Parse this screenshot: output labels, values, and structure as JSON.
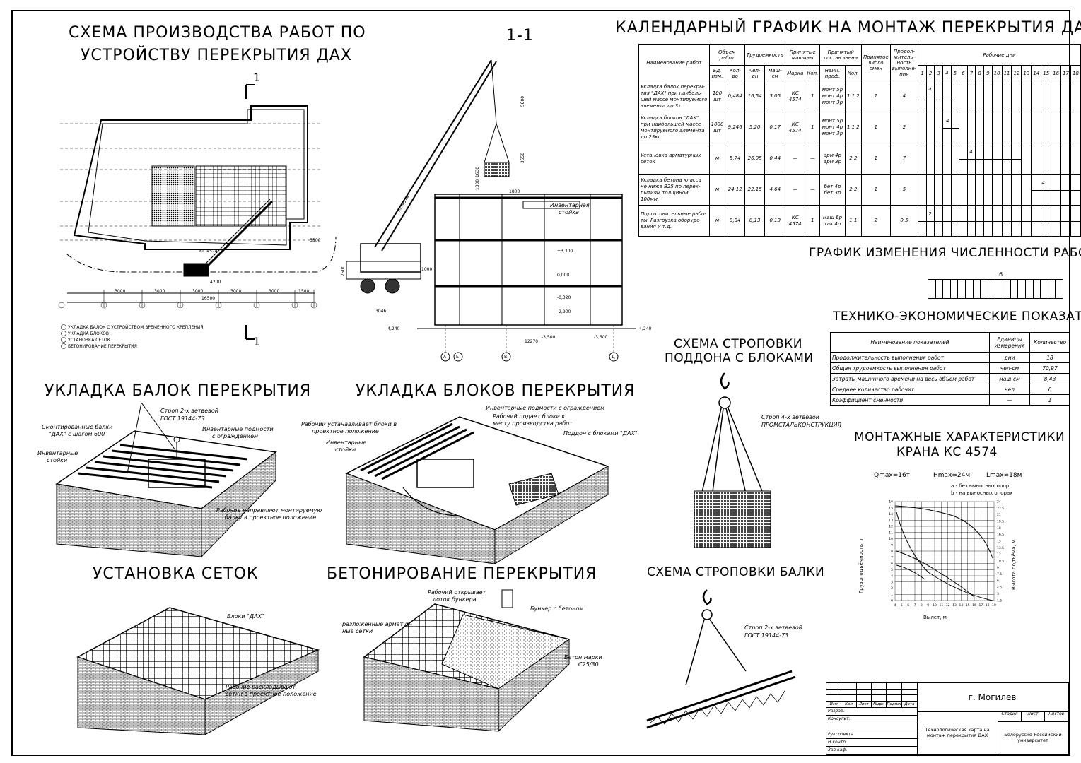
{
  "titles": {
    "scheme_line1": "СХЕМА ПРОИЗВОДСТВА РАБОТ ПО",
    "scheme_line2": "УСТРОЙСТВУ ПЕРЕКРЫТИЯ ДАХ",
    "section_mark": "1-1",
    "calendar": "КАЛЕНДАРНЫЙ ГРАФИК НА МОНТАЖ ПЕРЕКРЫТИЯ ДАХ",
    "workers_graph": "ГРАФИК ИЗМЕНЕНИЯ ЧИСЛЕННОСТИ РАБОЧИХ",
    "tep": "ТЕХНИКО-ЭКОНОМИЧЕСКИЕ ПОКАЗАТЕЛИ",
    "beams": "УКЛАДКА БАЛОК ПЕРЕКРЫТИЯ",
    "blocks": "УКЛАДКА БЛОКОВ ПЕРЕКРЫТИЯ",
    "sling_pallet_1": "СХЕМА СТРОПОВКИ",
    "sling_pallet_2": "ПОДДОНА С БЛОКАМИ",
    "crane_1": "МОНТАЖНЫЕ ХАРАКТЕРИСТИКИ",
    "crane_2": "КРАНА КС 4574",
    "meshes": "УСТАНОВКА СЕТОК",
    "concreting": "БЕТОНИРОВАНИЕ ПЕРЕКРЫТИЯ",
    "sling_beam": "СХЕМА СТРОПОВКИ БАЛКИ"
  },
  "plan": {
    "cut_mark": "1",
    "crane_label": "КС 4574",
    "dims": [
      "3000",
      "3000",
      "3000",
      "3000",
      "3000",
      "1500"
    ],
    "total": "16500",
    "dim_small": "4200",
    "dim_5500": "5500",
    "axes": [
      "1",
      "2",
      "3",
      "4",
      "5",
      "6",
      "7",
      "8"
    ],
    "legend": [
      "УКЛАДКА БАЛОК С УСТРОЙСТВОМ ВРЕМЕННОГО КРЕПЛЕНИЯ",
      "УКЛАДКА БЛОКОВ",
      "УСТАНОВКА СЕТОК",
      "БЕТОНИРОВАНИЕ ПЕРЕКРЫТИЯ"
    ]
  },
  "section": {
    "crane_label": "КС 4574",
    "stand_label_1": "Инвентарная",
    "stand_label_2": "стойка",
    "levels": [
      "+3,300",
      "0,000",
      "-0,320",
      "-2,900",
      "-3,500",
      "-3,500",
      "-4,240",
      "-4,240"
    ],
    "dims": [
      "5800",
      "3550",
      "1630",
      "1300",
      "1800",
      "7500",
      "3046",
      "12270",
      "1000"
    ],
    "axes": [
      "А",
      "Б",
      "В",
      "Д"
    ]
  },
  "calendar": {
    "headers": {
      "name": "Наименование работ",
      "volume": "Объем работ",
      "unit": "Ед. изм.",
      "qty": "Кол-во",
      "labor": "Трудоемкость",
      "labor_man": "чел-дн",
      "labor_mach": "маш-см",
      "machines": "Принятые машины",
      "brand": "Марка",
      "count": "Кол.",
      "crew": "Принятый состав звена",
      "prof": "Наим. проф.",
      "crew_count": "Кол.",
      "shifts": "Принятое число смен",
      "duration": "Продол-житель-ность выполне-ния",
      "days": "Рабочие дни"
    },
    "day_numbers": [
      "1",
      "2",
      "3",
      "4",
      "5",
      "6",
      "7",
      "8",
      "9",
      "10",
      "11",
      "12",
      "13",
      "14",
      "15",
      "16",
      "17",
      "18"
    ],
    "rows": [
      {
        "name": "Укладка балок перекры-тия \"ДАХ\" при наиболь-шей массе монтируемого элемента до 3т",
        "unit": "100 шт",
        "qty": "0,484",
        "labor": "16,54",
        "mach": "3,05",
        "brand": "КС 4574",
        "count": "1",
        "prof": "монт 5р монт 4р монт 3р",
        "crew": "1 1 2",
        "shifts": "1",
        "dur": "4",
        "bar_start": 1,
        "bar_len": 4,
        "bar_label": "4"
      },
      {
        "name": "Укладка блоков \"ДАХ\" при наибольшей массе монтируемого элемента до 25кг",
        "unit": "1000 шт",
        "qty": "9.246",
        "labor": "5,20",
        "mach": "0,17",
        "brand": "КС 4574",
        "count": "1",
        "prof": "монт 5р монт 4р монт 3р",
        "crew": "1 1 2",
        "shifts": "1",
        "dur": "2",
        "bar_start": 4,
        "bar_len": 2,
        "bar_label": "4"
      },
      {
        "name": "Установка арматурных сеток",
        "unit": "м",
        "qty": "5,74",
        "labor": "26,95",
        "mach": "0,44",
        "brand": "—",
        "count": "—",
        "prof": "арм 4р арм 3р",
        "crew": "2 2",
        "shifts": "1",
        "dur": "7",
        "bar_start": 6,
        "bar_len": 7,
        "bar_label": "4"
      },
      {
        "name": "Укладка бетона класса не ниже В25 по перек-рытиям толщиной 100мм.",
        "unit": "м",
        "qty": "24,12",
        "labor": "22,15",
        "mach": "4,64",
        "brand": "—",
        "count": "—",
        "prof": "бет 4р бет 3р",
        "crew": "2 2",
        "shifts": "1",
        "dur": "5",
        "bar_start": 14,
        "bar_len": 5,
        "bar_label": "4"
      },
      {
        "name": "Подготовительные рабо-ты. Разгрузка оборудо-вания и т.д.",
        "unit": "м",
        "qty": "0,84",
        "labor": "0,13",
        "mach": "0,13",
        "brand": "КС 4574",
        "count": "1",
        "prof": "маш 6р так 4р",
        "crew": "1 1",
        "shifts": "2",
        "dur": "0,5",
        "bar_start": 1,
        "bar_len": 18,
        "bar_label": "2"
      }
    ]
  },
  "workers": {
    "value": "6",
    "days": 18
  },
  "tep": {
    "headers": [
      "Наименование показателей",
      "Единицы измерения",
      "Количество"
    ],
    "rows": [
      [
        "Продолжительность выполнения работ",
        "дни",
        "18"
      ],
      [
        "Общая трудоемкость выполнения работ",
        "чел-см",
        "70,97"
      ],
      [
        "Затраты машинного времени на весь объем работ",
        "маш-см",
        "8,43"
      ],
      [
        "Среднее количество рабочих",
        "чел",
        "6"
      ],
      [
        "Коэффициент сменности",
        "—",
        "1"
      ]
    ]
  },
  "beams_labels": [
    "Строп 2-х ветвевой",
    "ГОСТ 19144-73",
    "Смонтированные балки",
    "\"ДАХ\" с шагом 600",
    "Инвентарные подмости",
    "с ограждением",
    "Инвентарные",
    "стойки",
    "Рабочие направляют монтируемую",
    "балку в проектное положение"
  ],
  "blocks_labels": [
    "Инвентарные подмости с ограждением",
    "Рабочий устанавливает блоки в",
    "проектное положение",
    "Рабочий подает блоки к",
    "месту производства работ",
    "Поддон с блоками \"ДАХ\"",
    "Инвентарные",
    "стойки"
  ],
  "pallet_labels": [
    "Строп 4-х ветвевой",
    "ПРОМСТАЛЬКОНСТРУКЦИЯ"
  ],
  "meshes_labels": [
    "Блоки \"ДАХ\"",
    "Рабочие раскладывают",
    "сетки в проектное положение"
  ],
  "concreting_labels": [
    "Рабочий открывает",
    "лоток бункера",
    "Бункер с бетоном",
    "разложенные арматур-",
    "ные сетки",
    "Бетон марки",
    "С25/30"
  ],
  "beam_sling_labels": [
    "Строп 2-х ветвевой",
    "ГОСТ 19144-73"
  ],
  "crane_chart": {
    "params": [
      "Qmax=16т",
      "Hmax=24м",
      "Lmax=18м"
    ],
    "legend": [
      "a - без выносных опор",
      "b - на выносных опорах"
    ],
    "y_left_label": "Грузоподъёмность, т",
    "y_right_label": "Высота подъёма, м",
    "x_label": "Вылет, м",
    "x_ticks": [
      "4",
      "5",
      "6",
      "7",
      "8",
      "9",
      "10",
      "11",
      "12",
      "13",
      "14",
      "15",
      "16",
      "17",
      "18",
      "19"
    ],
    "y_left_ticks": [
      "0",
      "1",
      "2",
      "3",
      "4",
      "5",
      "6",
      "7",
      "8",
      "9",
      "10",
      "11",
      "12",
      "13",
      "14",
      "15",
      "16"
    ],
    "y_right_ticks": [
      "24",
      "22.5",
      "21",
      "19.5",
      "18",
      "16.5",
      "15",
      "13.5",
      "12",
      "10.5",
      "9",
      "7.5",
      "6",
      "4.5",
      "3",
      "1.5"
    ]
  },
  "stamp": {
    "city": "г. Могилев",
    "doc": "Технологическая карта на монтаж перекрытия ДАХ",
    "org": "Белорусско-Российский университет",
    "cols": [
      "Изм",
      "Кол",
      "Лист",
      "№док",
      "Подпись",
      "Дата"
    ],
    "roles": [
      "Разраб.",
      "Консульт.",
      "",
      "Руксроекта",
      "Н.контр",
      "Зав.каф."
    ],
    "stage": [
      "Стадия",
      "Лист",
      "Листов"
    ]
  }
}
